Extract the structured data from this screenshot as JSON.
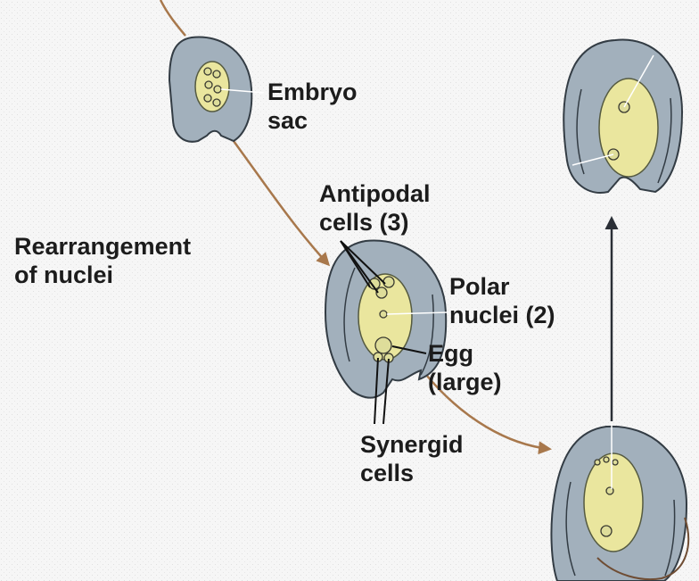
{
  "labels": {
    "embryo_sac": [
      "Embryo",
      "sac"
    ],
    "antipodal_cells": [
      "Antipodal",
      "cells (3)"
    ],
    "rearrangement": [
      "Rearrangement",
      "of nuclei"
    ],
    "polar_nuclei": [
      "Polar",
      "nuclei (2)"
    ],
    "egg": [
      "Egg",
      "(large)"
    ],
    "synergid_cells": [
      "Synergid",
      "cells"
    ]
  },
  "colors": {
    "integument": "#a2b0bc",
    "integument_stroke": "#333c44",
    "embryo_sac_fill": "#eae69e",
    "flow_arrow": "#a8784c",
    "vertical_arrow": "#2a2f36",
    "leader_line": "#ffffff",
    "pollen_tube": "#6f4d34"
  }
}
